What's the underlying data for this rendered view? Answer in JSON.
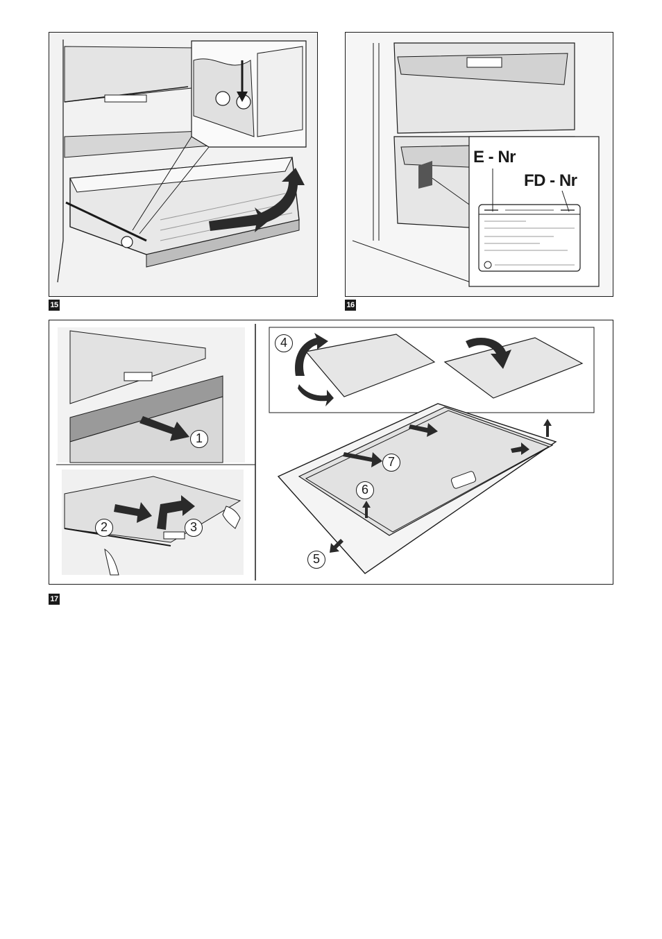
{
  "figures": [
    {
      "number": "15"
    },
    {
      "number": "16",
      "labels": {
        "e_nr": "E - Nr",
        "fd_nr": "FD - Nr"
      }
    },
    {
      "number": "17",
      "steps": [
        "1",
        "2",
        "3",
        "4",
        "5",
        "6",
        "7"
      ]
    }
  ],
  "colors": {
    "line": "#1a1a1a",
    "shade": "#d6d6d6",
    "light": "#ececec"
  }
}
